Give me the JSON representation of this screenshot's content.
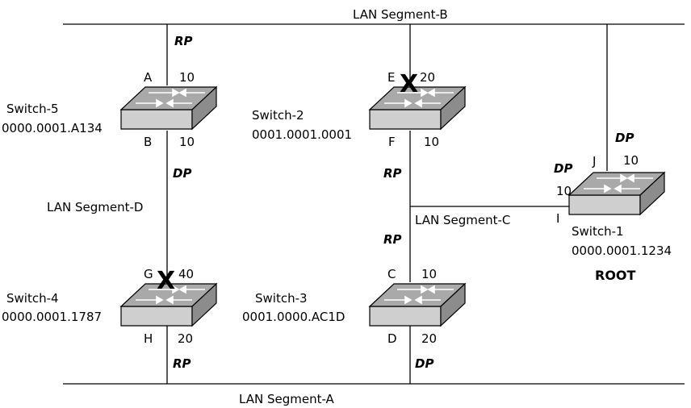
{
  "segments": {
    "b": "LAN Segment-B",
    "a": "LAN Segment-A",
    "c": "LAN Segment-C",
    "d": "LAN Segment-D"
  },
  "switches": {
    "s5": {
      "name": "Switch-5",
      "id": "0000.0001.A134"
    },
    "s2": {
      "name": "Switch-2",
      "id": "0001.0001.0001"
    },
    "s4": {
      "name": "Switch-4",
      "id": "0000.0001.1787"
    },
    "s3": {
      "name": "Switch-3",
      "id": "0001.0000.AC1D"
    },
    "s1": {
      "name": "Switch-1",
      "id": "0000.0001.1234",
      "tag": "ROOT"
    }
  },
  "ports": {
    "A": {
      "letter": "A",
      "cost": "10",
      "role": "RP"
    },
    "B": {
      "letter": "B",
      "cost": "10",
      "role": "DP"
    },
    "E": {
      "letter": "E",
      "cost": "20",
      "blocked_mark": "X"
    },
    "F": {
      "letter": "F",
      "cost": "10",
      "role": "RP"
    },
    "G": {
      "letter": "G",
      "cost": "40",
      "blocked_mark": "X"
    },
    "H": {
      "letter": "H",
      "cost": "20",
      "role": "RP"
    },
    "C": {
      "letter": "C",
      "cost": "10",
      "role": "RP"
    },
    "D": {
      "letter": "D",
      "cost": "20",
      "role": "DP"
    },
    "I": {
      "letter": "I",
      "cost": "10",
      "role": "DP"
    },
    "J": {
      "letter": "J",
      "cost": "10",
      "role": "DP"
    }
  }
}
